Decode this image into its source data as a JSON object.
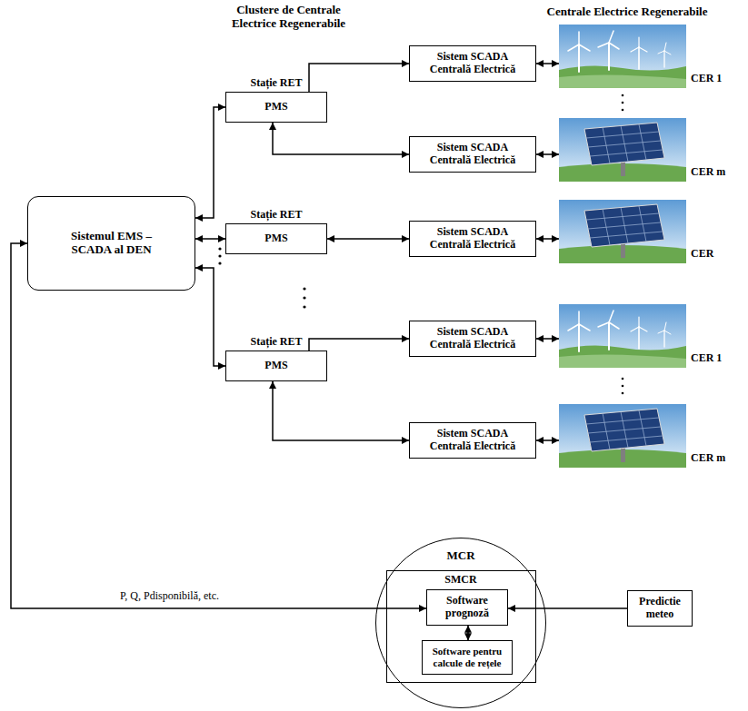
{
  "diagram": {
    "nodes": [
      {
        "text": [
          "Sistemul EMS – SCADA al DEN"
        ]
      },
      {
        "text": [
          "Stație RET",
          "PMS"
        ]
      },
      {
        "text": [
          "Sistem SCADA Centrală Electrică"
        ]
      },
      {
        "text": [
          "CER 1"
        ]
      },
      {
        "text": [
          "Sistem SCADA Centrală Electrică"
        ]
      },
      {
        "text": [
          "CER m"
        ]
      },
      {
        "text": [
          "Stație RET",
          "PMS"
        ]
      },
      {
        "text": [
          "Sistem SCADA Centrală Electrică"
        ]
      },
      {
        "text": [
          "CER"
        ]
      },
      {
        "text": [
          "Stație RET",
          "PMS"
        ]
      },
      {
        "text": [
          "Sistem SCADA Centrală Electrică"
        ]
      },
      {
        "text": [
          "CER 1"
        ]
      },
      {
        "text": [
          "Sistem SCADA Centrală Electrică"
        ]
      },
      {
        "text": [
          "CER m"
        ]
      },
      {
        "text": [
          "MCR"
        ]
      },
      {
        "text": [
          "SMCR"
        ],
        "in": 14
      },
      {
        "text": [
          "Software prognoză"
        ],
        "in": 15
      },
      {
        "text": [
          "Software pentru calcule de rețele"
        ],
        "in": 15
      },
      {
        "text": [
          "Predictie meteo"
        ]
      }
    ],
    "edges": [
      {
        "from": 0,
        "to": 1,
        "arrow": "both"
      },
      {
        "from": 0,
        "to": 6,
        "arrow": "both"
      },
      {
        "from": 0,
        "to": 9,
        "arrow": "both"
      },
      {
        "from": 1,
        "to": 2,
        "arrow": "to"
      },
      {
        "from": 1,
        "to": 4,
        "arrow": "both"
      },
      {
        "from": 6,
        "to": 7,
        "arrow": "both"
      },
      {
        "from": 9,
        "to": 10,
        "arrow": "to"
      },
      {
        "from": 9,
        "to": 12,
        "arrow": "both"
      },
      {
        "from": 2,
        "to": 3,
        "arrow": "both"
      },
      {
        "from": 4,
        "to": 5,
        "arrow": "both"
      },
      {
        "from": 7,
        "to": 8,
        "arrow": "both"
      },
      {
        "from": 10,
        "to": 11,
        "arrow": "both"
      },
      {
        "from": 12,
        "to": 13,
        "arrow": "both"
      },
      {
        "from": 16,
        "to": 0,
        "label": "P, Q, Pdisponibilă, etc.",
        "arrow": "both"
      },
      {
        "from": 18,
        "to": 16,
        "arrow": "to"
      },
      {
        "from": 16,
        "to": 17,
        "arrow": "both"
      }
    ],
    "labels": [
      "Clustere de Centrale Electrice Regenerabile",
      "Centrale Electrice Regenerabile"
    ]
  }
}
